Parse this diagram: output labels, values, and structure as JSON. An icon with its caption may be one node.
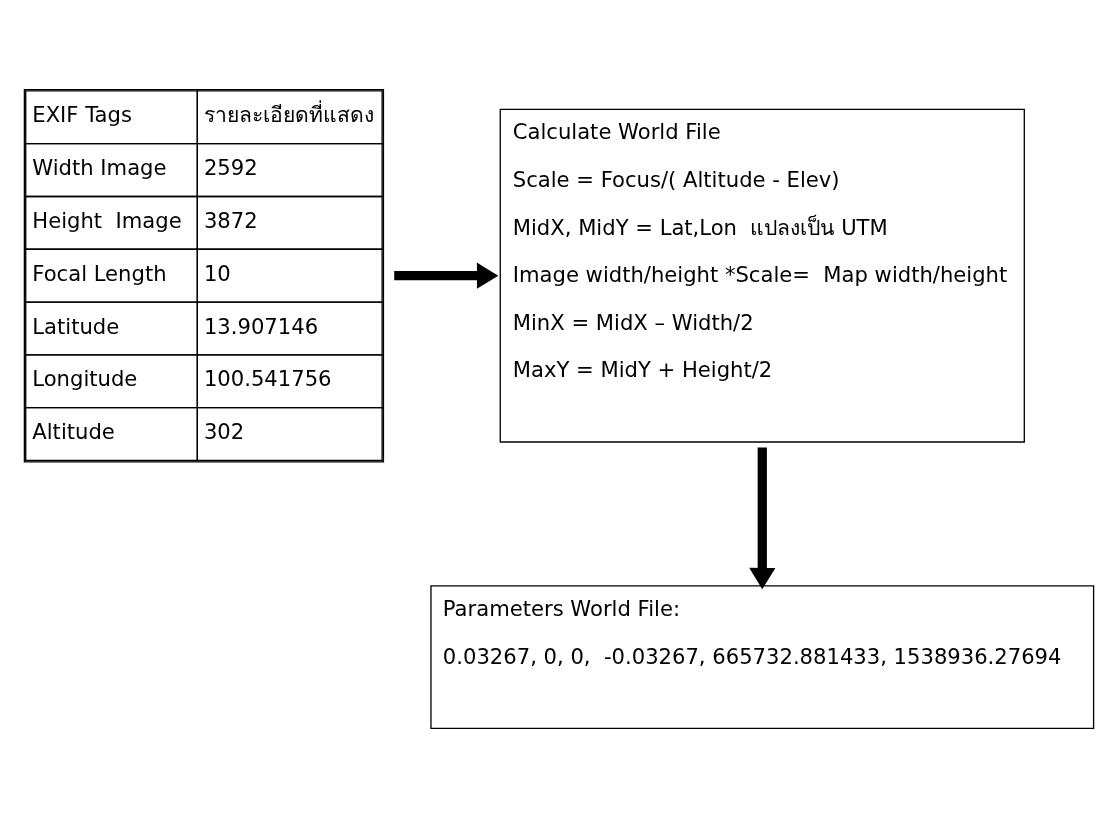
{
  "diagram": {
    "nodes": [
      {
        "text": [
          "EXIF Tags",
          "รายละเอียดที่แสดง",
          "Width Image",
          "2592",
          "Height  Image",
          "3872",
          "Focal Length",
          "10",
          "Latitude",
          "13.907146",
          "Longitude",
          "100.541756",
          "Altitude",
          "302"
        ]
      },
      {
        "text": [
          "Calculate World File",
          "Scale = Focus/( Altitude - Elev)",
          "MidX, MidY = Lat,Lon  แปลงเป็น UTM",
          "Image width/height *Scale=  Map width/height",
          "MinX = MidX – Width/2",
          "MaxY = MidY + Height/2"
        ]
      },
      {
        "text": [
          "Parameters World File:",
          "0.03267, 0, 0,  -0.03267, 665732.881433, 1538936.27694"
        ]
      }
    ],
    "edges": [
      {
        "from": 0,
        "to": 1,
        "arrow": "to"
      },
      {
        "from": 1,
        "to": 2,
        "arrow": "to"
      }
    ]
  }
}
